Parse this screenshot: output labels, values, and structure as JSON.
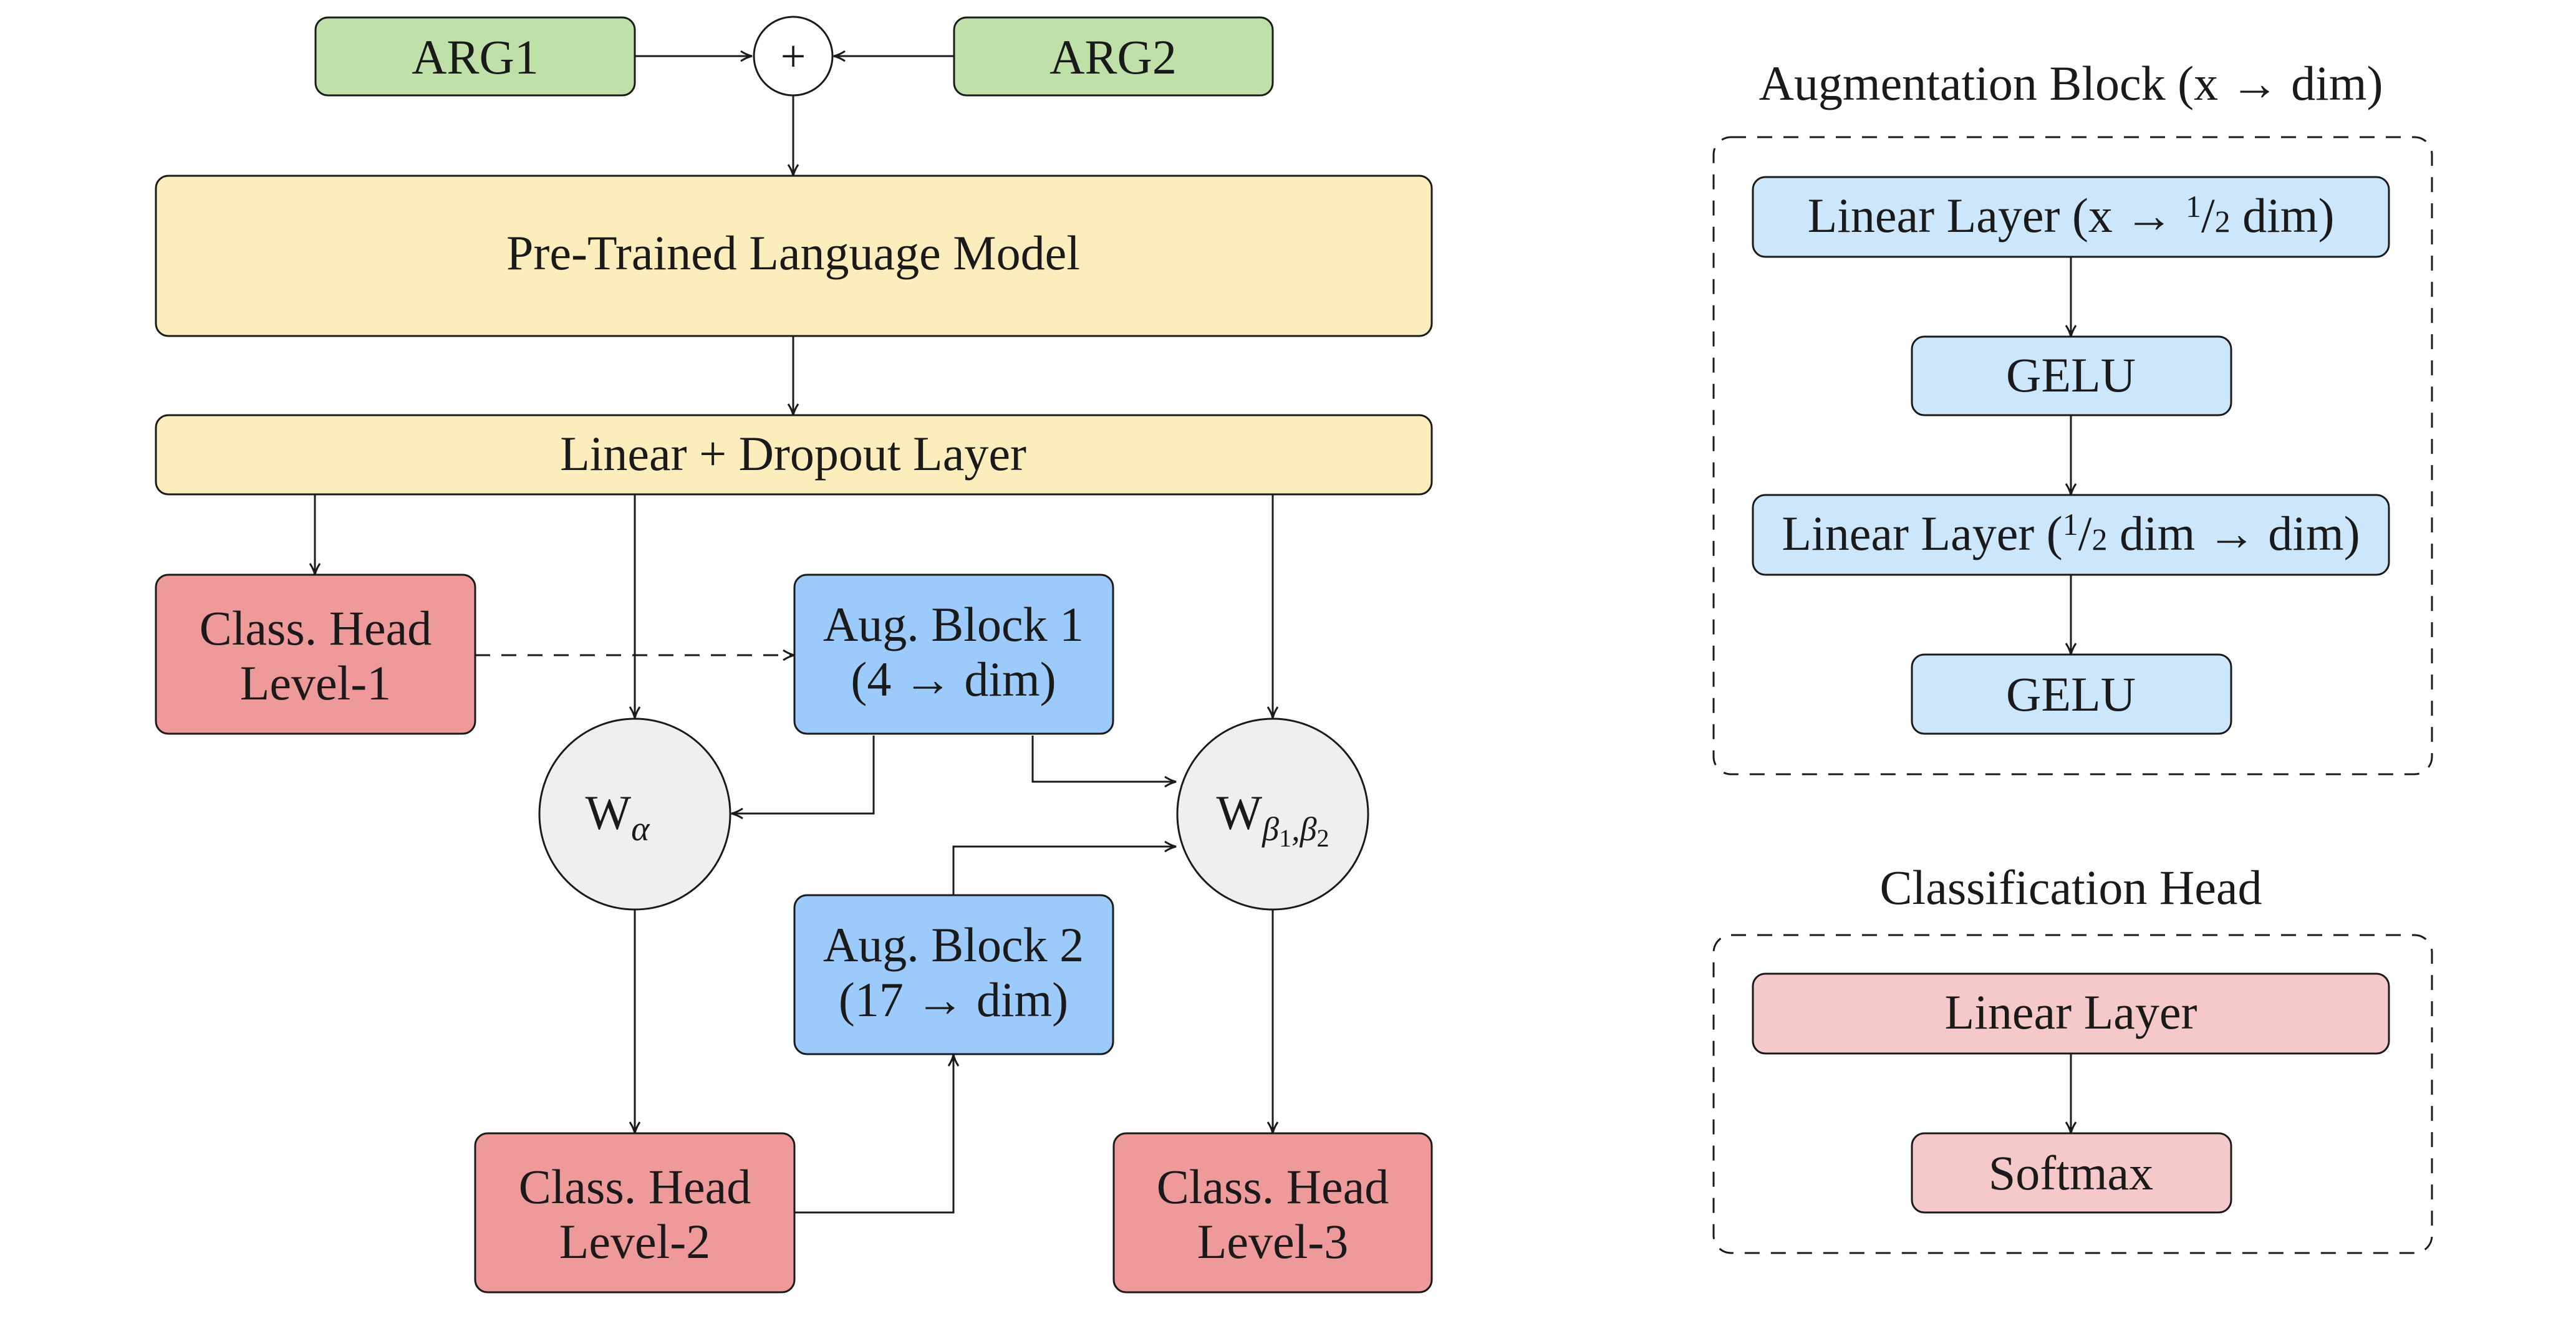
{
  "colors": {
    "input": "#bfe0a9",
    "language_model": "#fbeebc",
    "class_head": "#ef9a9a",
    "aug_block": "#9ccafa",
    "weight_node": "#efefef",
    "aug_detail": "#cce6fc",
    "head_detail": "#f5c9ca"
  },
  "main": {
    "arg1": "ARG1",
    "arg2": "ARG2",
    "plus": "+",
    "plm": "Pre-Trained Language Model",
    "linear_dropout": "Linear + Dropout Layer",
    "head_level1": {
      "line1": "Class. Head",
      "line2": "Level-1"
    },
    "aug_block1": {
      "line1": "Aug. Block 1",
      "line2": "(4 → dim)"
    },
    "w_alpha": {
      "base": "W",
      "sub": "α"
    },
    "w_beta": {
      "base": "W",
      "sub": "β",
      "sub1": "1",
      "comma": ",β",
      "sub2": "2"
    },
    "aug_block2": {
      "line1": "Aug. Block 2",
      "line2": "(17 → dim)"
    },
    "head_level2": {
      "line1": "Class. Head",
      "line2": "Level-2"
    },
    "head_level3": {
      "line1": "Class. Head",
      "line2": "Level-3"
    }
  },
  "augmentation_block": {
    "title": "Augmentation Block (x → dim)",
    "layer1": {
      "pre": "Linear Layer (x → ",
      "frac_num": "1",
      "frac_den": "2",
      "post": " dim)"
    },
    "gelu1": "GELU",
    "layer2": {
      "pre": "Linear Layer (",
      "frac_num": "1",
      "frac_den": "2",
      "post": " dim → dim)"
    },
    "gelu2": "GELU"
  },
  "classification_head": {
    "title": "Classification Head",
    "linear": "Linear Layer",
    "softmax": "Softmax"
  }
}
